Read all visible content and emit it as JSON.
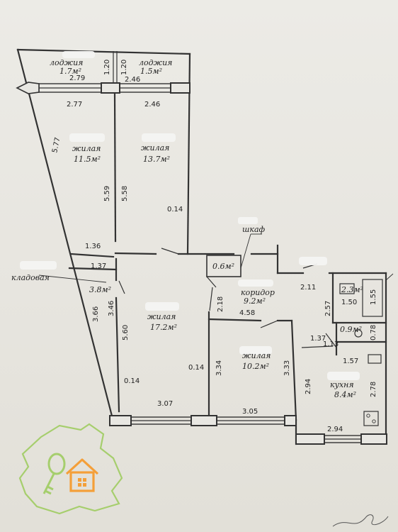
{
  "plan": {
    "rooms": [
      {
        "id": "loggia-left",
        "name": "лоджия",
        "area": "1.7м²"
      },
      {
        "id": "loggia-right",
        "name": "лоджия",
        "area": "1.5м²"
      },
      {
        "id": "living-1",
        "name": "жилая",
        "area": "11.5м²"
      },
      {
        "id": "living-2",
        "name": "жилая",
        "area": "13.7м²"
      },
      {
        "id": "wardrobe",
        "name": "шкаф",
        "area": "0.6м²"
      },
      {
        "id": "storage",
        "name": "кладовая",
        "area": "3.8м²"
      },
      {
        "id": "corridor",
        "name": "коридор",
        "area": "9.2м²"
      },
      {
        "id": "living-3",
        "name": "жилая",
        "area": "17.2м²"
      },
      {
        "id": "living-4",
        "name": "жилая",
        "area": "10.2м²"
      },
      {
        "id": "kitchen",
        "name": "кухня",
        "area": "8.4м²"
      },
      {
        "id": "bathroom",
        "name": "",
        "area": "2.3м²"
      },
      {
        "id": "toilet",
        "name": "",
        "area": "0.9м²"
      }
    ],
    "dimensions": [
      "2.79",
      "1.20",
      "1.20",
      "2.46",
      "2.77",
      "2.46",
      "5.77",
      "5.59",
      "5.58",
      "0.14",
      "1.36",
      "1.37",
      "3.66",
      "3.46",
      "5.60",
      "0.14",
      "3.07",
      "2.18",
      "4.58",
      "2.11",
      "0.14",
      "3.34",
      "3.33",
      "3.05",
      "2.57",
      "1.50",
      "1.55",
      "0.78",
      "1.37",
      "1.13",
      "1.57",
      "2.94",
      "2.78",
      "2.94"
    ],
    "colors": {
      "wall": "#333333",
      "paper": "#ecebe6",
      "logo_green": "#8cc63f",
      "logo_orange": "#f7941d"
    },
    "icons": [
      "key-icon",
      "house-icon",
      "stove-icon"
    ]
  }
}
